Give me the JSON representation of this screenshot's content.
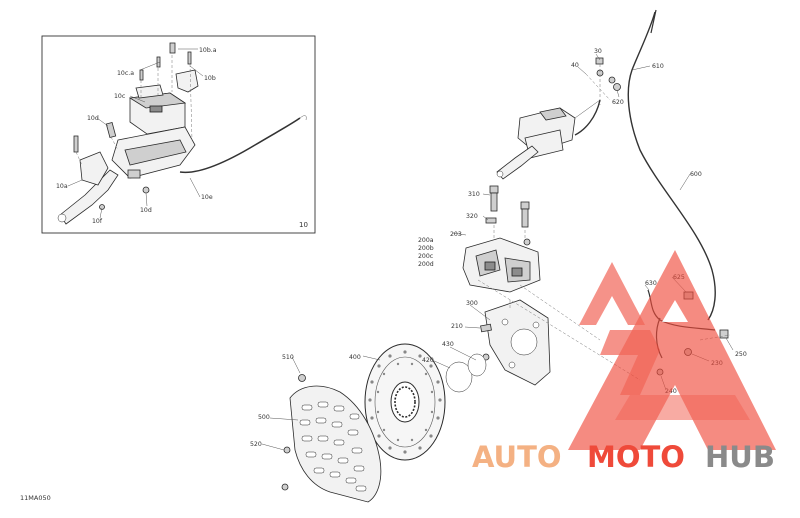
{
  "diagram": {
    "code": "11MA050",
    "inset_number": "10",
    "inset_labels": [
      "10b.a",
      "10c.a",
      "10b",
      "10c",
      "10d",
      "10a",
      "10f",
      "10d",
      "10e"
    ],
    "labels": {
      "l30": "30",
      "l40": "40",
      "l610": "610",
      "l620": "620",
      "l600": "600",
      "l310": "310",
      "l320": "320",
      "l200a": "200a",
      "l200b": "200b",
      "l200c": "200c",
      "l200d": "200d",
      "l203": "203",
      "l300": "300",
      "l210": "210",
      "l430": "430",
      "l420": "420",
      "l400": "400",
      "l510": "510",
      "l500": "500",
      "l520": "520",
      "l630": "630",
      "l625": "625",
      "l250": "250",
      "l230": "230",
      "l240": "240"
    }
  },
  "watermark": {
    "text_left": "AUTO",
    "text_middle": "MOTO",
    "text_right": "HUB",
    "colors": {
      "orange": "#f4b183",
      "red": "#ef4a3a",
      "gray": "#8a8a8a"
    }
  }
}
